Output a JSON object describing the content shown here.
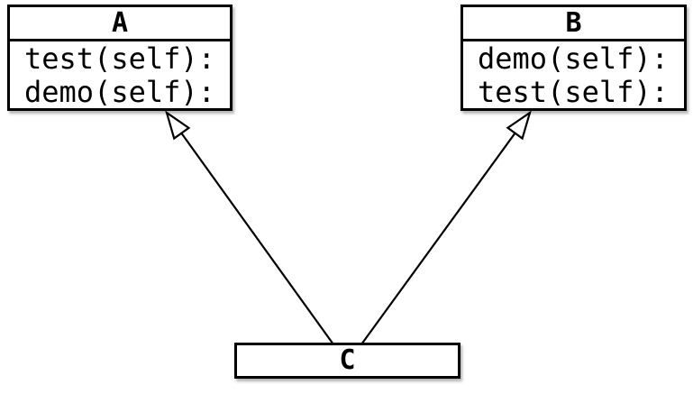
{
  "diagram": {
    "kind": "uml-class-diagram",
    "background_color": "#ffffff",
    "line_color": "#000000",
    "classes": [
      {
        "name": "A",
        "methods": [
          "test(self):",
          "demo(self):"
        ]
      },
      {
        "name": "B",
        "methods": [
          "demo(self):",
          "test(self):"
        ]
      },
      {
        "name": "C",
        "methods": []
      }
    ],
    "relations": [
      {
        "from": "C",
        "to": "A",
        "type": "inheritance",
        "arrowhead": "hollow-triangle"
      },
      {
        "from": "C",
        "to": "B",
        "type": "inheritance",
        "arrowhead": "hollow-triangle"
      }
    ]
  }
}
